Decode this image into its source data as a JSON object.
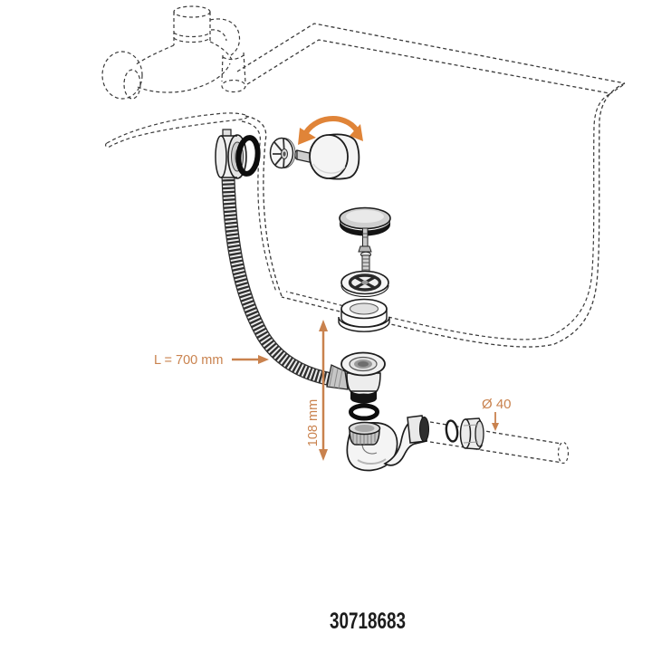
{
  "page": {
    "background": "#ffffff",
    "product_number": "30718683"
  },
  "colors": {
    "outline": "#3a3a3a",
    "solid_line": "#1d1d1d",
    "part_fill": "#f2f2f2",
    "dark_detail": "#141414",
    "dimension": "#C9824E",
    "rotation_arrow": "#E08438",
    "product_number_text": "#1c1c1c"
  },
  "labels": {
    "hose_length": "L = 700 mm",
    "trap_height": "108 mm",
    "pipe_diameter": "Ø 40"
  },
  "diagram": {
    "kind": "exploded-installation-drawing",
    "subject": "bathtub waste and overflow drain kit",
    "dashed_context_elements": [
      "wall-mounted-bath-mixer-tap",
      "bathtub-outline",
      "outlet-pipe-diameter-40"
    ],
    "parts": [
      "overflow-elbow-body",
      "flexible-corrugated-hose",
      "overflow-oring-seal",
      "overflow-rosette",
      "overflow-control-knob",
      "drain-plug-stopper",
      "fixing-screw",
      "drain-strainer-cross",
      "drain-seal-ring",
      "drain-waste-body",
      "trap-oring-seal",
      "siphon-p-trap",
      "outlet-cone-gasket",
      "outlet-compression-nut"
    ]
  }
}
